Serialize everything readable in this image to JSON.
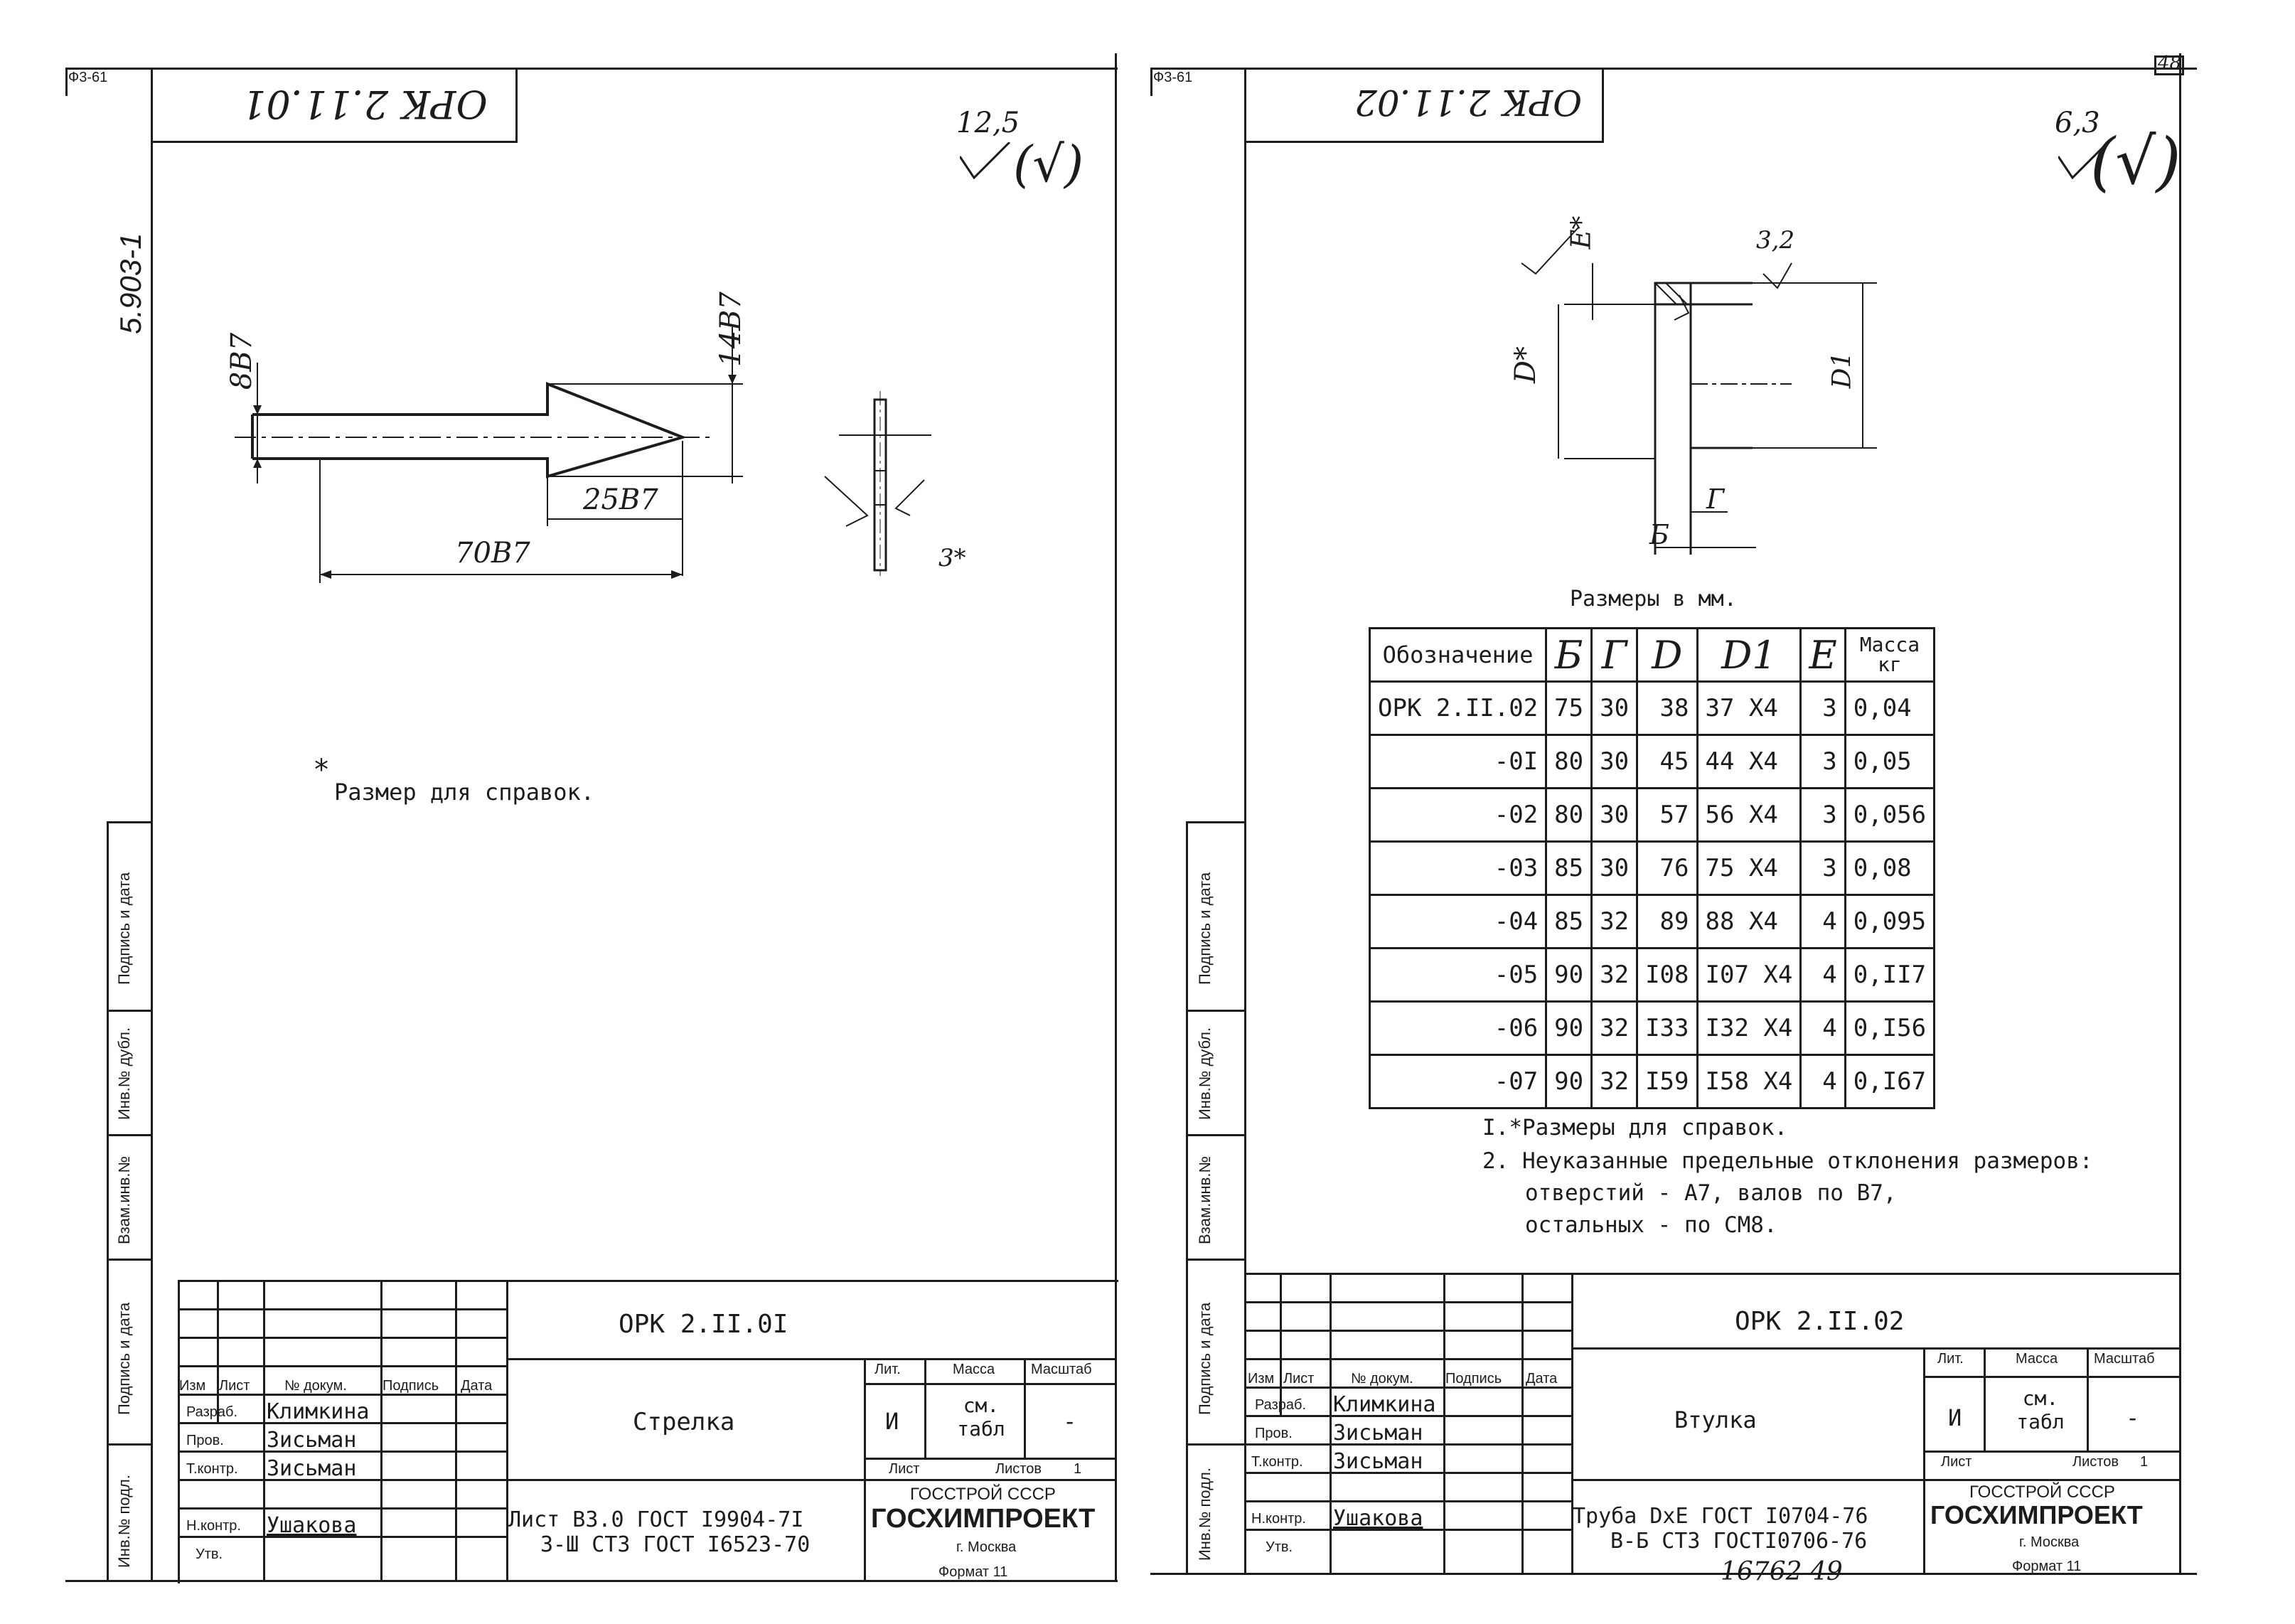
{
  "left": {
    "format_code": "Ф3-61",
    "stamp_code": "ОРК 2.11.01",
    "side_number": "5.903-1",
    "roughness": "12,5",
    "roughness_check": "(√)",
    "dims": {
      "d1": "8В7",
      "d2": "14В7",
      "d3": "25В7",
      "d4": "70В7",
      "d5": "3*"
    },
    "note": "Размер для справок.",
    "note_mark": "*",
    "side_labels": [
      "Подпись и дата",
      "Инв.№ дубл.",
      "Взам.инв.№",
      "Подпись и дата",
      "Инв.№ подл."
    ],
    "title_block": {
      "designation": "ОРК 2.II.0I",
      "name": "Стрелка",
      "headers": {
        "izm": "Изм",
        "list": "Лист",
        "doc": "№ докум.",
        "sign": "Подпись",
        "date": "Дата"
      },
      "roles": {
        "razrab": "Разраб.",
        "prov": "Пров.",
        "tkontr": "Т.контр.",
        "nkontr": "Н.контр.",
        "utv": "Утв."
      },
      "names": {
        "razrab": "Климкина",
        "prov": "Зисьман",
        "tkontr": "Зисьман",
        "nkontr": "Ушакова"
      },
      "lit_label": "Лит.",
      "massa_label": "Масса",
      "scale_label": "Масштаб",
      "lit": "И",
      "massa": "см. табл",
      "scale": "-",
      "sheet_label": "Лист",
      "sheets_label": "Листов",
      "sheets": "1",
      "material_1": "Лист В3.0 ГОСТ I9904-7I",
      "material_2": "3-Ш СТ3 ГОСТ I6523-70",
      "org": "ГОССТРОЙ СССР",
      "org_brand": "ГОСХИМПРОЕКТ",
      "city": "г. Москва",
      "format": "Формат 11"
    }
  },
  "right": {
    "format_code": "Ф3-61",
    "page_number": "48",
    "stamp_code": "ОРК 2.11.02",
    "roughness": "6,3",
    "roughness_check": "(√)",
    "dims": {
      "e": "Е*",
      "d": "D*",
      "d1": "D1",
      "r32": "3,2",
      "g": "Г",
      "b": "Б"
    },
    "sizes_caption": "Размеры в мм.",
    "table": {
      "headers": [
        "Обозначение",
        "Б",
        "Г",
        "D",
        "D1",
        "Е",
        "Масса кг"
      ],
      "rows": [
        [
          "ОРК 2.II.02",
          "75",
          "30",
          "38",
          "37  Х4",
          "3",
          "0,04"
        ],
        [
          "-0I",
          "80",
          "30",
          "45",
          "44  Х4",
          "3",
          "0,05"
        ],
        [
          "-02",
          "80",
          "30",
          "57",
          "56  Х4",
          "3",
          "0,056"
        ],
        [
          "-03",
          "85",
          "30",
          "76",
          "75  Х4",
          "3",
          "0,08"
        ],
        [
          "-04",
          "85",
          "32",
          "89",
          "88  Х4",
          "4",
          "0,095"
        ],
        [
          "-05",
          "90",
          "32",
          "I08",
          "I07 Х4",
          "4",
          "0,II7"
        ],
        [
          "-06",
          "90",
          "32",
          "I33",
          "I32 Х4",
          "4",
          "0,I56"
        ],
        [
          "-07",
          "90",
          "32",
          "I59",
          "I58 Х4",
          "4",
          "0,I67"
        ]
      ]
    },
    "notes": [
      "I.*Размеры для справок.",
      "2. Неуказанные предельные отклонения размеров:",
      "отверстий - А7, валов по В7,",
      "остальных - по СМ8."
    ],
    "side_labels": [
      "Подпись и дата",
      "Инв.№ дубл.",
      "Взам.инв.№",
      "Подпись и дата",
      "Инв.№ подл."
    ],
    "title_block": {
      "designation": "ОРК 2.II.02",
      "name": "Втулка",
      "headers": {
        "izm": "Изм",
        "list": "Лист",
        "doc": "№ докум.",
        "sign": "Подпись",
        "date": "Дата"
      },
      "roles": {
        "razrab": "Разраб.",
        "prov": "Пров.",
        "tkontr": "Т.контр.",
        "nkontr": "Н.контр.",
        "utv": "Утв."
      },
      "names": {
        "razrab": "Климкина",
        "prov": "Зисьман",
        "tkontr": "Зисьман",
        "nkontr": "Ушакова"
      },
      "lit_label": "Лит.",
      "massa_label": "Масса",
      "scale_label": "Масштаб",
      "lit": "И",
      "massa": "см. табл",
      "scale": "-",
      "sheet_label": "Лист",
      "sheets_label": "Листов",
      "sheets": "1",
      "material_1": "Труба DхЕ ГОСТ I0704-76",
      "material_2": "В-Б СТ3 ГОСТI0706-76",
      "org": "ГОССТРОЙ СССР",
      "org_brand": "ГОСХИМПРОЕКТ",
      "city": "г. Москва",
      "format": "Формат 11",
      "archive": "16762  49"
    }
  }
}
